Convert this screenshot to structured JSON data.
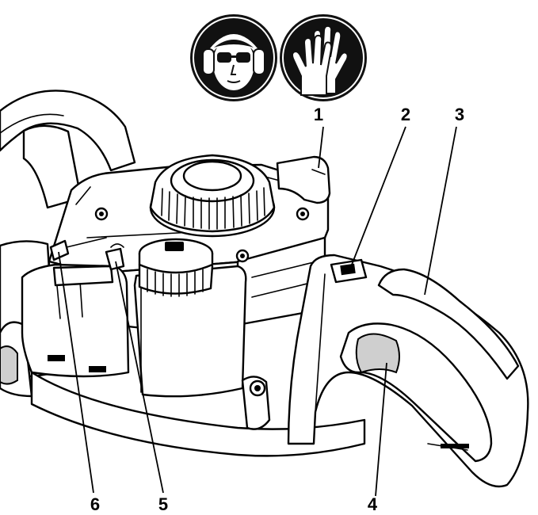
{
  "safety_icons": [
    {
      "icon": "ear-and-eye-protection-icon"
    },
    {
      "icon": "protective-gloves-icon"
    }
  ],
  "callouts": [
    {
      "number": "1"
    },
    {
      "number": "2"
    },
    {
      "number": "3"
    },
    {
      "number": "4"
    },
    {
      "number": "5"
    },
    {
      "number": "6"
    }
  ]
}
